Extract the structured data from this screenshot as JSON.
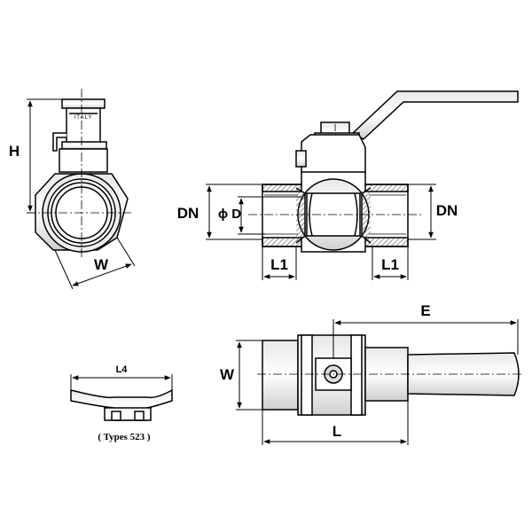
{
  "labels": {
    "h": "H",
    "w_side": "W",
    "dn_left": "DN",
    "phi_d": "ϕ D",
    "dn_right": "DN",
    "l1_left": "L1",
    "l1_right": "L1",
    "e": "E",
    "w_top": "W",
    "l": "L",
    "l4": "L4",
    "types": "( Types 523 )",
    "italy": "ITALY"
  }
}
